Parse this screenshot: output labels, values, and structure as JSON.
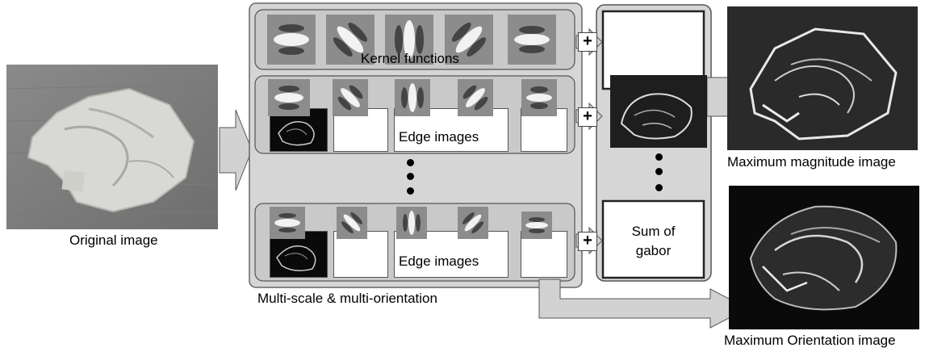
{
  "labels": {
    "original": "Original image",
    "kernel": "Kernel functions",
    "edge_row1": "Edge images",
    "edge_row2": "Edge images",
    "multiscale": "Multi-scale & multi-orientation",
    "sum": "Sum of\ngabor",
    "max_magnitude": "Maximum magnitude image",
    "max_orientation": "Maximum Orientation image"
  },
  "symbols": {
    "plus": "+"
  },
  "colors": {
    "panel": "#d6d6d6",
    "inner": "#c8c8c8",
    "arrow": "#d2d2d2",
    "thumb": "#8c8c8c"
  }
}
